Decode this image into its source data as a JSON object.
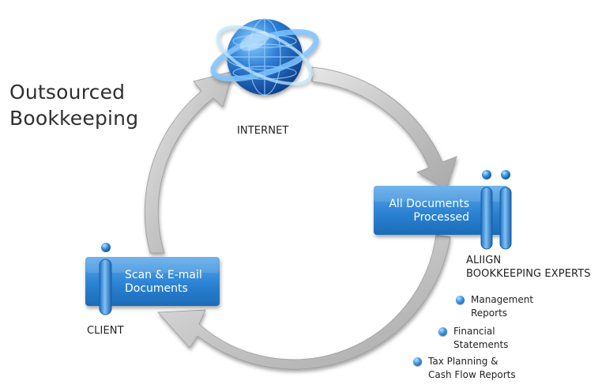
{
  "title": {
    "line1": "Outsourced",
    "line2": "Bookkeeping"
  },
  "nodes": {
    "internet": {
      "label": "INTERNET",
      "icon": "globe-icon"
    },
    "client": {
      "label": "CLIENT",
      "box_line1": "Scan & E-mail",
      "box_line2": "Documents",
      "icon": "person-icon"
    },
    "experts": {
      "label_line1": "ALIIGN",
      "label_line2": "BOOKKEEPING EXPERTS",
      "box_line1": "All Documents",
      "box_line2": "Processed",
      "icon": "people-icon"
    }
  },
  "outputs": [
    {
      "line1": "Management",
      "line2": "Reports"
    },
    {
      "line1": "Financial",
      "line2": "Statements"
    },
    {
      "line1": "Tax Planning &",
      "line2": "Cash Flow Reports"
    }
  ],
  "colors": {
    "box": "#2f86d6",
    "box_dark": "#165fa8",
    "arrow": "#c8c8c8",
    "globe": "#1b5fb5",
    "text": "#222222"
  }
}
